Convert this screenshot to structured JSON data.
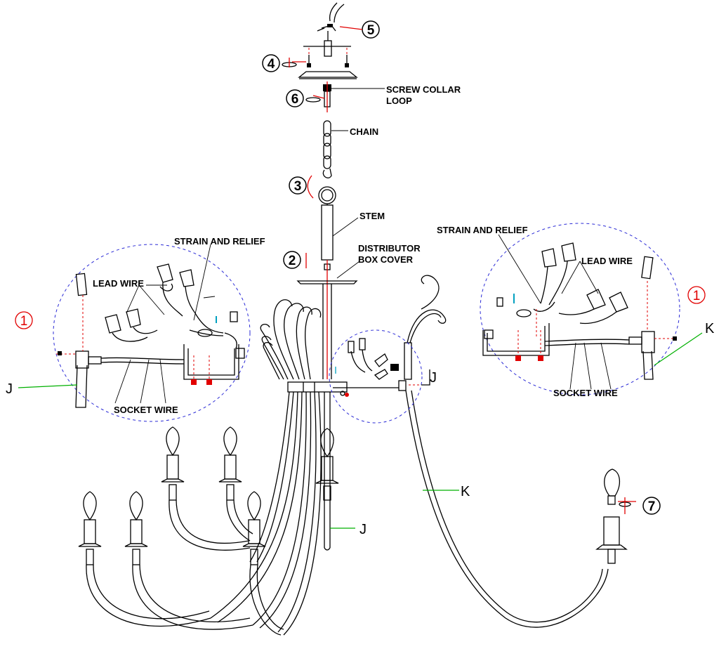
{
  "labels": {
    "screw_collar_loop_1": "SCREW COLLAR",
    "screw_collar_loop_2": "LOOP",
    "chain": "CHAIN",
    "stem": "STEM",
    "distributor_1": "DISTRIBUTOR",
    "distributor_2": "BOX COVER",
    "strain_left": "STRAIN AND RELIEF",
    "strain_right": "STRAIN AND RELIEF",
    "lead_left": "LEAD WIRE",
    "lead_right": "LEAD WIRE",
    "socket_left": "SOCKET WIRE",
    "socket_right": "SOCKET WIRE",
    "j_left": "J",
    "j_center": "J",
    "j_bottom": "J",
    "k_right": "K",
    "k_bottom": "K"
  },
  "steps": {
    "s1_left": "1",
    "s1_right": "1",
    "s2": "2",
    "s3": "3",
    "s4": "4",
    "s5": "5",
    "s6": "6",
    "s7": "7"
  },
  "colors": {
    "line": "#000000",
    "step_marker": "#e10000",
    "detail_circle": "#2b2bd6",
    "leader_green": "#00b000",
    "strain_relief_accent": "#00a0c0"
  }
}
